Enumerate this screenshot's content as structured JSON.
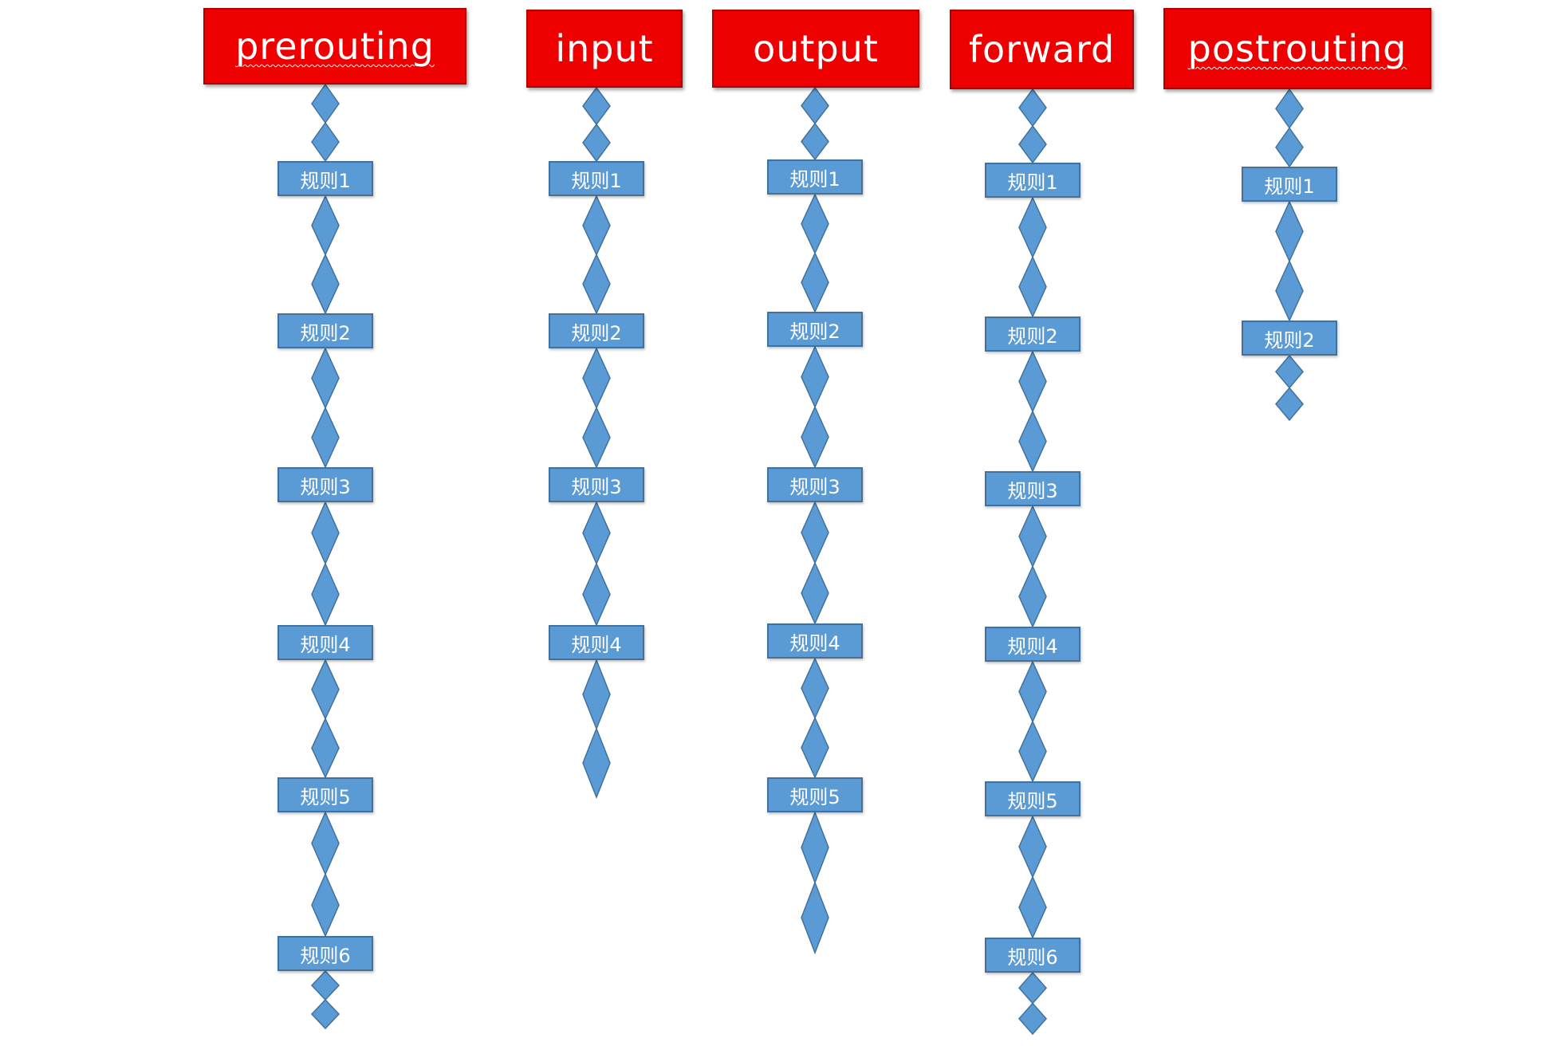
{
  "colors": {
    "title_fill": "#ee0000",
    "rule_fill": "#5b9bd5",
    "rule_border": "#41719c"
  },
  "chains": [
    {
      "name": "prerouting",
      "rules": [
        "规则1",
        "规则2",
        "规则3",
        "规则4",
        "规则5",
        "规则6"
      ]
    },
    {
      "name": "input",
      "rules": [
        "规则1",
        "规则2",
        "规则3",
        "规则4"
      ]
    },
    {
      "name": "output",
      "rules": [
        "规则1",
        "规则2",
        "规则3",
        "规则4",
        "规则5"
      ]
    },
    {
      "name": "forward",
      "rules": [
        "规则1",
        "规则2",
        "规则3",
        "规则4",
        "规则5",
        "规则6"
      ]
    },
    {
      "name": "postrouting",
      "rules": [
        "规则1",
        "规则2"
      ]
    }
  ]
}
